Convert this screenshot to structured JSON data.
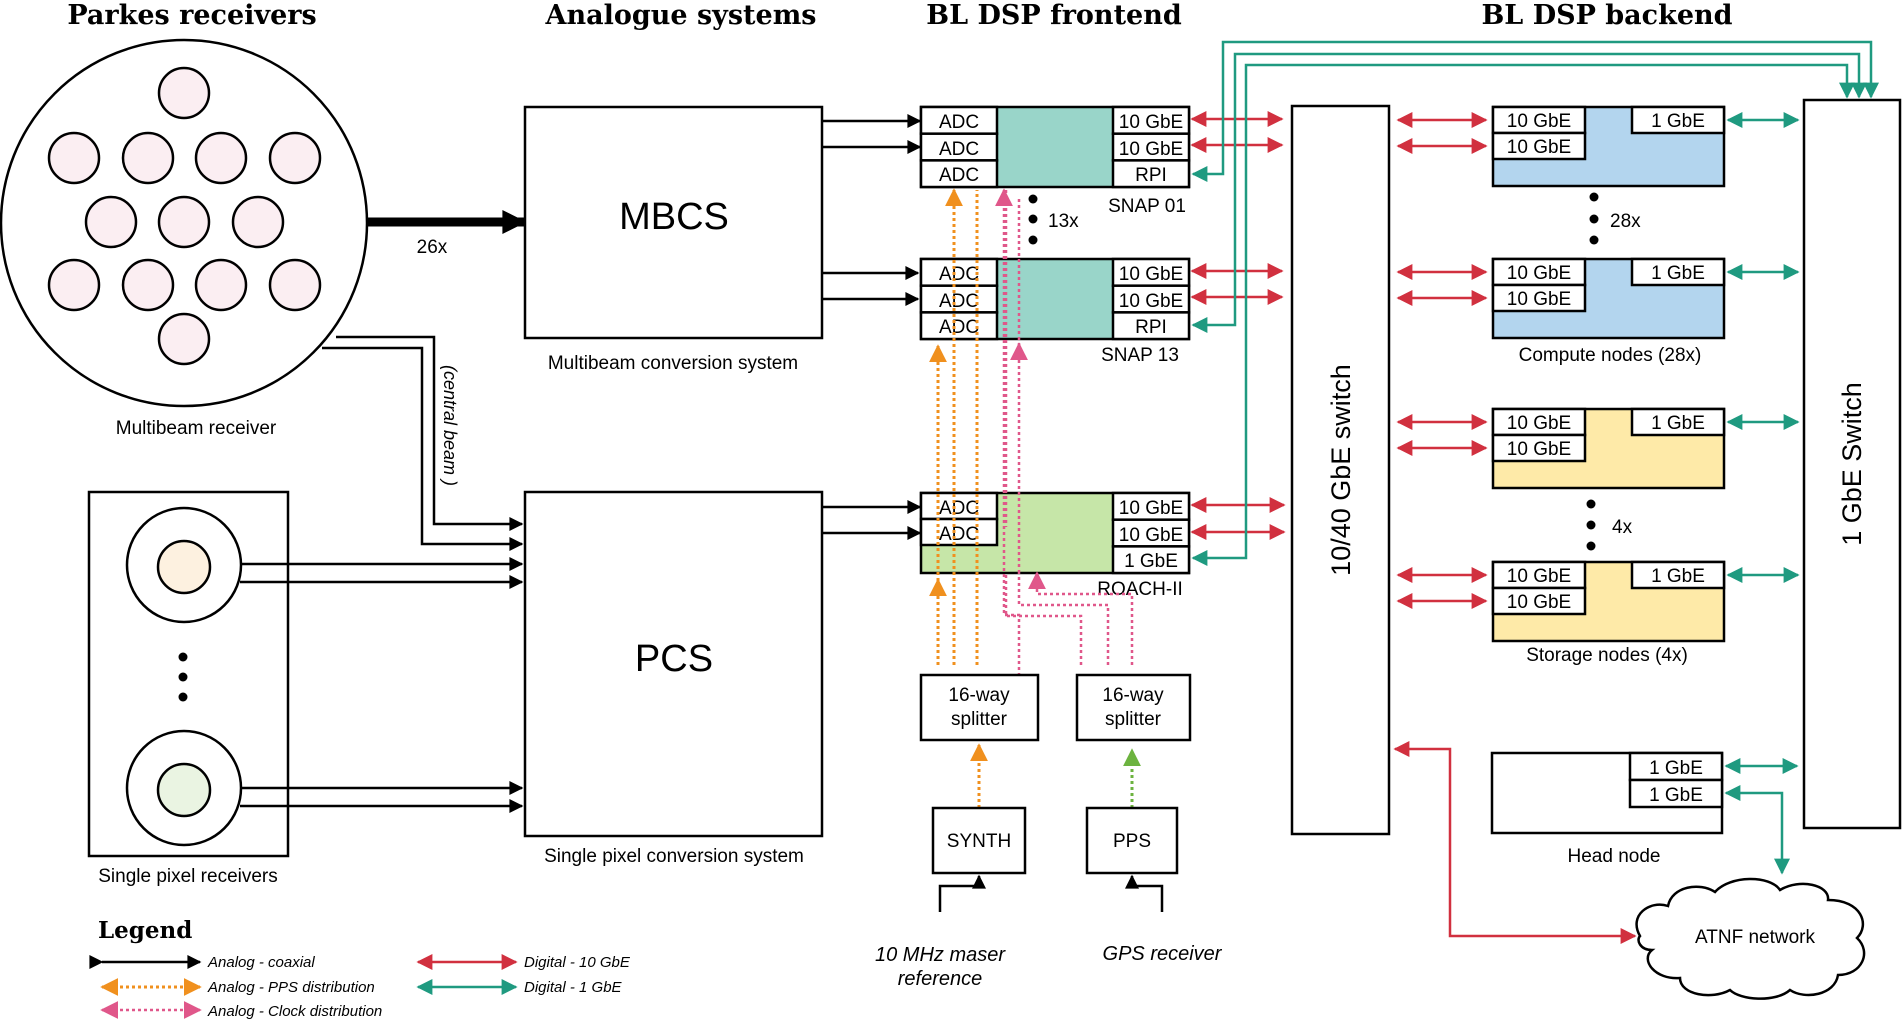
{
  "headers": {
    "receivers": "Parkes receivers",
    "analogue": "Analogue systems",
    "frontend": "BL DSP frontend",
    "backend": "BL DSP backend"
  },
  "receivers": {
    "multibeam_label": "Multibeam receiver",
    "multibeam_beam_count": 13,
    "multibeam_fill": "#fbeef2",
    "single_pixel_label": "Single pixel receivers",
    "single_pixel_fills": [
      "#fdf1e0",
      "#eaf4e2"
    ],
    "multiplicity_label": "26x",
    "central_beam_label": "(central beam )"
  },
  "analogue": {
    "mbcs": {
      "name": "MBCS",
      "caption": "Multibeam conversion system"
    },
    "pcs": {
      "name": "PCS",
      "caption": "Single pixel conversion system"
    }
  },
  "frontend": {
    "snap_fill": "#99d5c9",
    "roach_fill": "#c6e6a8",
    "snap01": {
      "name": "SNAP 01",
      "inputs": [
        "ADC",
        "ADC",
        "ADC"
      ],
      "ports": [
        "10 GbE",
        "10 GbE",
        "RPI"
      ]
    },
    "snap_count": "13x",
    "snap13": {
      "name": "SNAP 13",
      "inputs": [
        "ADC",
        "ADC",
        "ADC"
      ],
      "ports": [
        "10 GbE",
        "10 GbE",
        "RPI"
      ]
    },
    "roach": {
      "name": "ROACH-II",
      "inputs": [
        "ADC",
        "ADC"
      ],
      "ports": [
        "10 GbE",
        "10 GbE",
        "1 GbE"
      ]
    },
    "splitter_clock": "16-way\nsplitter",
    "splitter_pps": "16-way\nsplitter",
    "splitter_line1": "16-way",
    "splitter_line2": "splitter",
    "synth": "SYNTH",
    "pps": "PPS",
    "maser_line1": "10 MHz maser",
    "maser_line2": "reference",
    "gps": "GPS receiver"
  },
  "backend": {
    "switch_10_40": "10/40 GbE switch",
    "switch_1": "1 GbE Switch",
    "compute_fill": "#b3d5ee",
    "storage_fill": "#feeaa8",
    "compute_nodes": {
      "caption": "Compute nodes (28x)",
      "count": "28x",
      "ports_10": [
        "10 GbE",
        "10 GbE"
      ],
      "port_1": "1 GbE"
    },
    "storage_nodes": {
      "caption": "Storage nodes (4x)",
      "count": "4x",
      "ports_10": [
        "10 GbE",
        "10 GbE"
      ],
      "port_1": "1 GbE"
    },
    "head_node": {
      "caption": "Head node",
      "ports": [
        "1 GbE",
        "1 GbE"
      ]
    },
    "network": "ATNF network"
  },
  "legend": {
    "title": "Legend",
    "items": [
      {
        "label": "Analog - coaxial",
        "color": "#000000",
        "style": "solid"
      },
      {
        "label": "Analog - PPS distribution",
        "color": "#f0901e",
        "style": "dotted"
      },
      {
        "label": "Analog - Clock distribution",
        "color": "#e0578a",
        "style": "dotted"
      },
      {
        "label": "Digital - 10 GbE",
        "color": "#d1303f",
        "style": "solid"
      },
      {
        "label": "Digital - 1 GbE",
        "color": "#1f9a80",
        "style": "solid"
      }
    ]
  }
}
